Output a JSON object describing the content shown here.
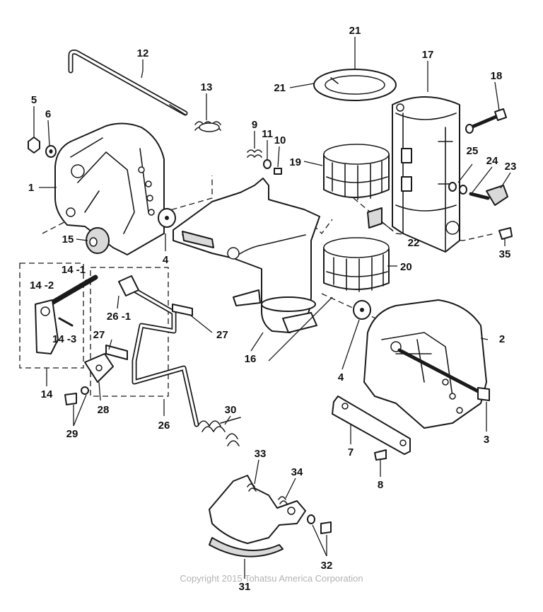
{
  "callouts": {
    "c1": "1",
    "c2": "2",
    "c3": "3",
    "c4a": "4",
    "c4b": "4",
    "c5": "5",
    "c6": "6",
    "c7": "7",
    "c8": "8",
    "c9": "9",
    "c10": "10",
    "c11": "11",
    "c12": "12",
    "c13": "13",
    "c14": "14",
    "c14_1": "14 -1",
    "c14_2": "14 -2",
    "c14_3": "14 -3",
    "c15": "15",
    "c16": "16",
    "c17": "17",
    "c18": "18",
    "c19": "19",
    "c20": "20",
    "c21a": "21",
    "c21b": "21",
    "c22": "22",
    "c23": "23",
    "c24": "24",
    "c25": "25",
    "c26": "26",
    "c26_1": "26 -1",
    "c27a": "27",
    "c27b": "27",
    "c28": "28",
    "c29": "29",
    "c30": "30",
    "c31": "31",
    "c32": "32",
    "c33": "33",
    "c34": "34",
    "c35": "35"
  },
  "copyright": "Copyright 2015 Tohatsu America Corporation",
  "colors": {
    "ink": "#1a1a1a",
    "shade": "#d9d9d9",
    "copyright": "#b3b3b3"
  }
}
